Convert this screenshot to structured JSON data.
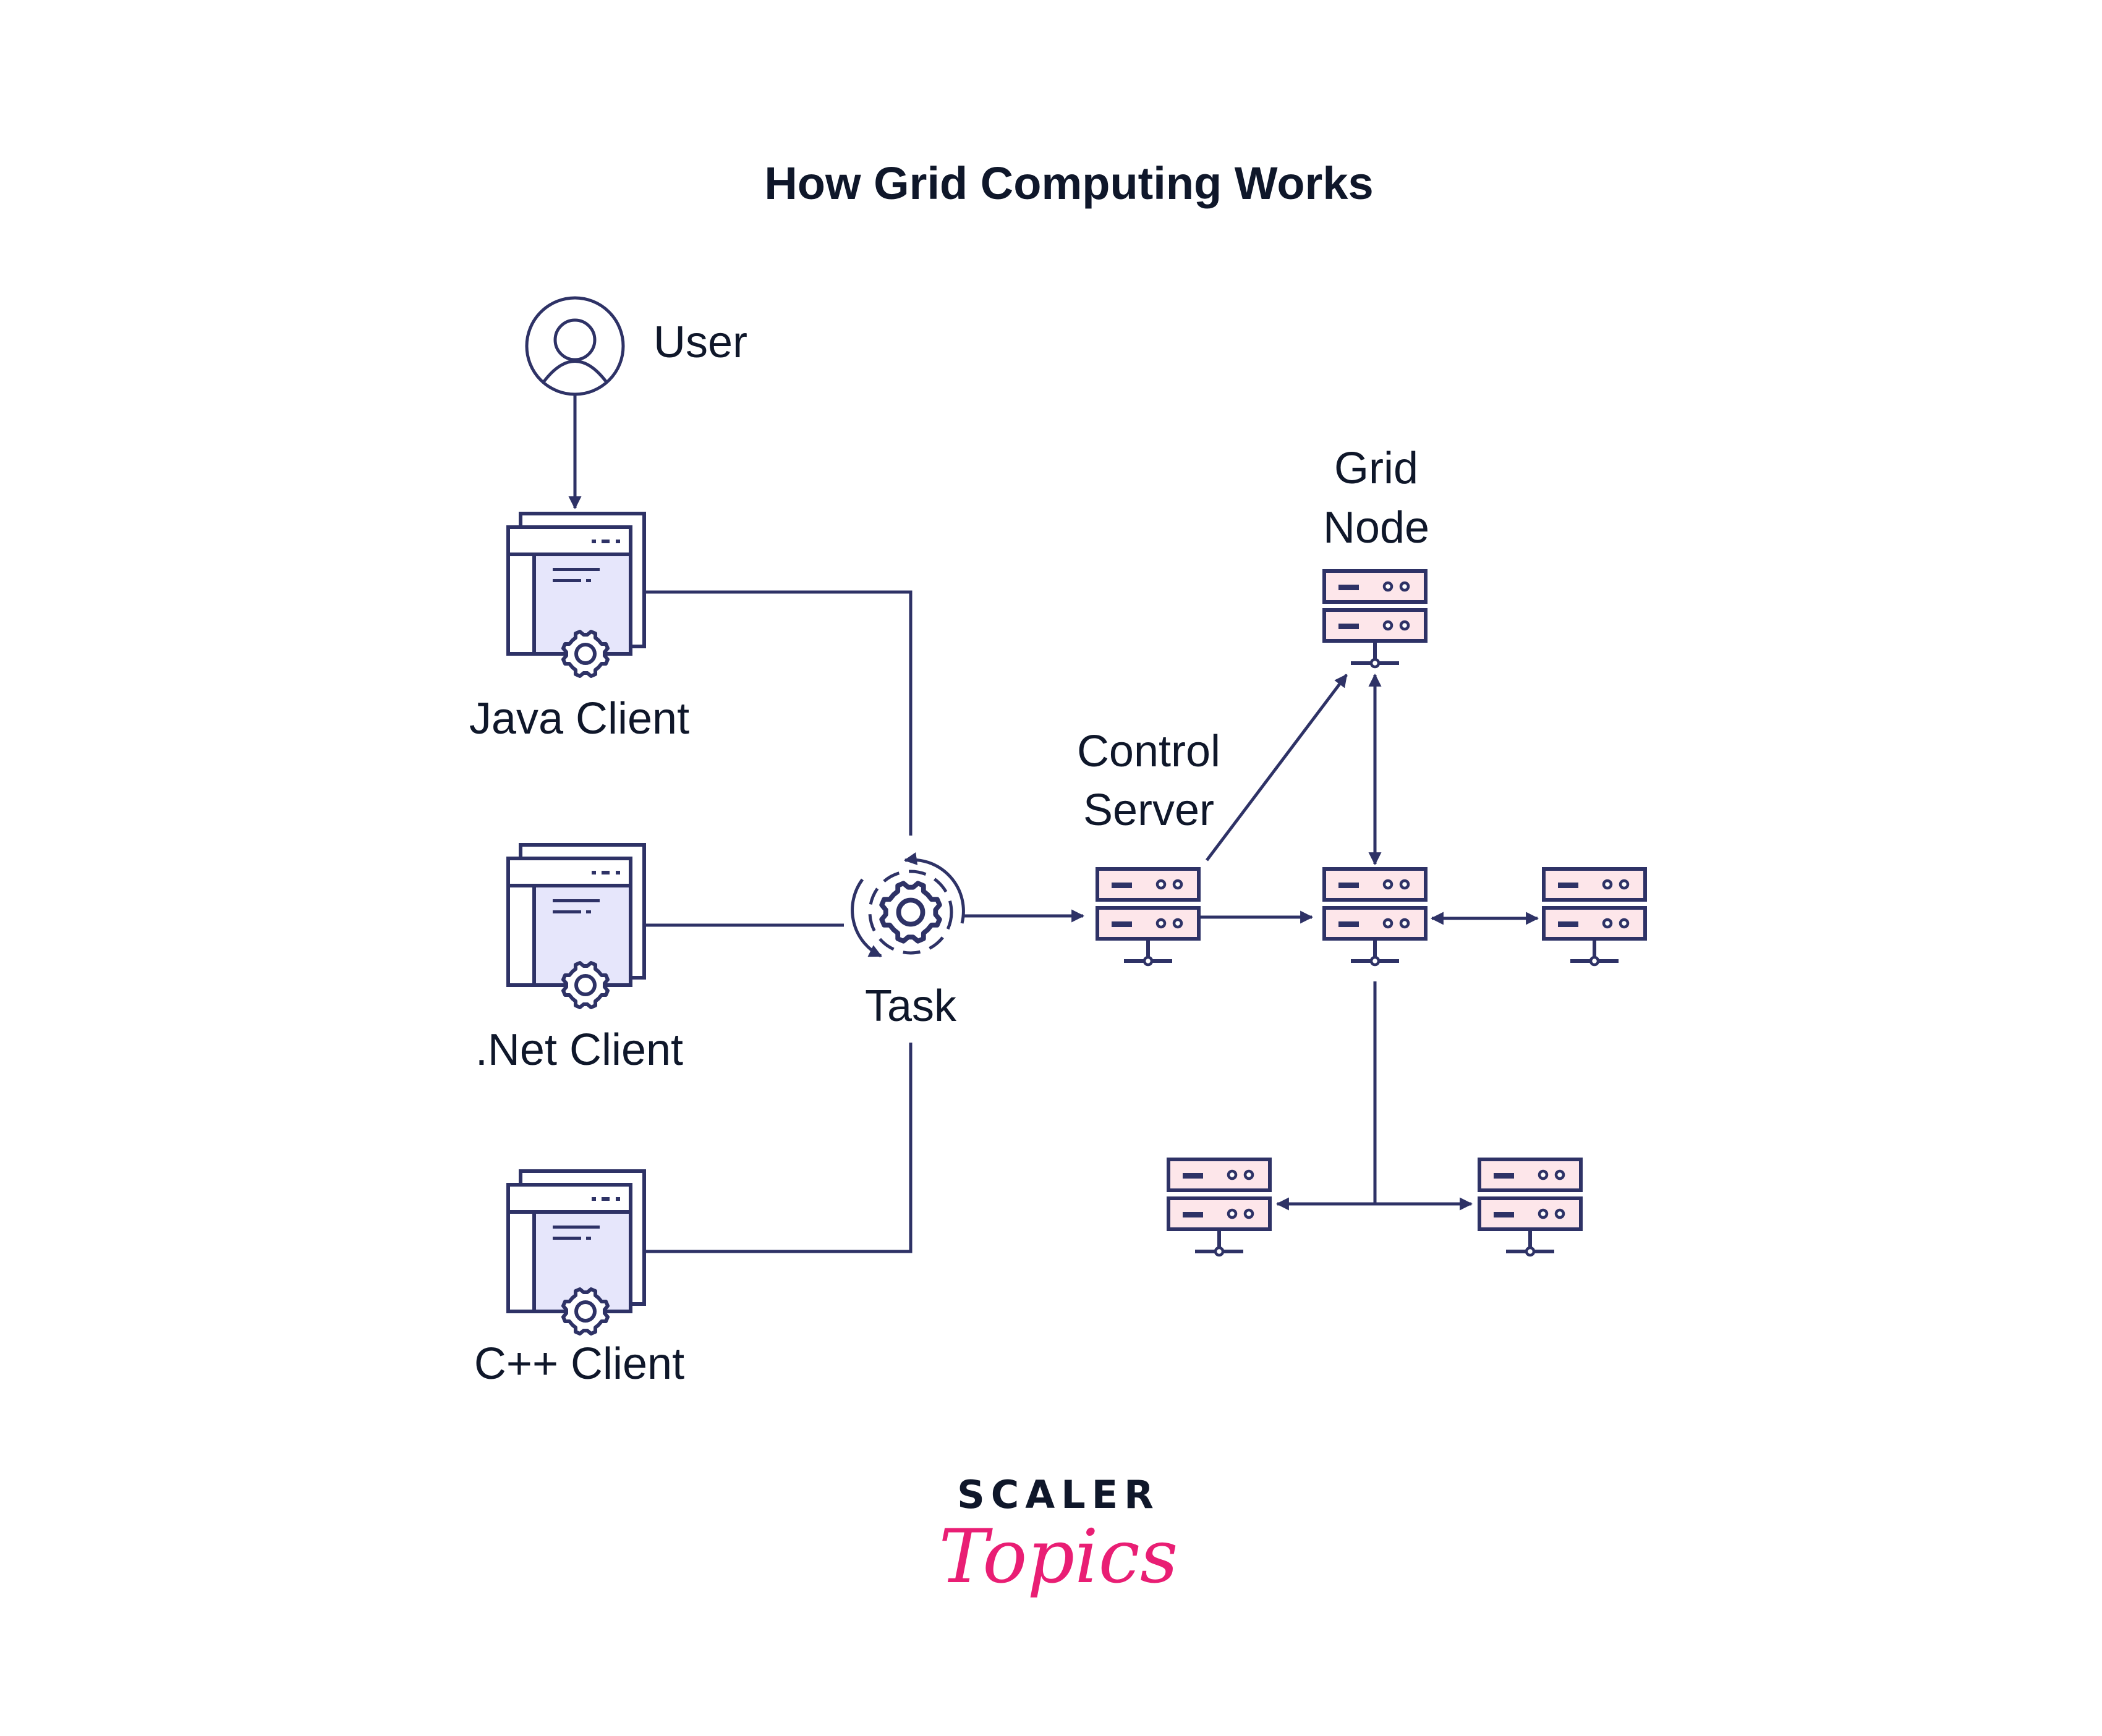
{
  "title": "How Grid Computing Works",
  "colors": {
    "stroke": "#2e3266",
    "text": "#0f172a",
    "client_fill": "#e6e6fb",
    "server_fill": "#fde6ea",
    "brand_pink": "#e91e74"
  },
  "nodes": {
    "user": {
      "label": "User",
      "icon": "user-avatar-icon"
    },
    "clients": [
      {
        "label": "Java Client",
        "icon": "application-window-gear-icon"
      },
      {
        "label": ".Net Client",
        "icon": "application-window-gear-icon"
      },
      {
        "label": "C++ Client",
        "icon": "application-window-gear-icon"
      }
    ],
    "task": {
      "label": "Task",
      "icon": "gear-cycle-icon"
    },
    "control_server": {
      "label_line1": "Control",
      "label_line2": "Server",
      "icon": "server-rack-icon"
    },
    "grid_node": {
      "label_line1": "Grid",
      "label_line2": "Node",
      "icon": "server-rack-icon"
    }
  },
  "edges": [
    {
      "from": "User",
      "to": "Java Client",
      "type": "arrow"
    },
    {
      "from": "Java Client",
      "to": "Task",
      "type": "line"
    },
    {
      "from": ".Net Client",
      "to": "Task",
      "type": "line"
    },
    {
      "from": "C++ Client",
      "to": "Task",
      "type": "line"
    },
    {
      "from": "Task",
      "to": "Control Server",
      "type": "arrow"
    },
    {
      "from": "Control Server",
      "to": "Grid Node",
      "type": "arrow"
    },
    {
      "from": "Control Server",
      "to": "Center Node",
      "type": "arrow"
    },
    {
      "from": "Grid Node",
      "to": "Center Node",
      "type": "bidirectional"
    },
    {
      "from": "Center Node",
      "to": "Right Node",
      "type": "bidirectional"
    },
    {
      "from": "Center Node",
      "to": "Bottom-Left Node",
      "type": "arrow"
    },
    {
      "from": "Center Node",
      "to": "Bottom-Right Node",
      "type": "arrow"
    }
  ],
  "brand": {
    "line1": "SCALER",
    "line2": "Topics"
  }
}
